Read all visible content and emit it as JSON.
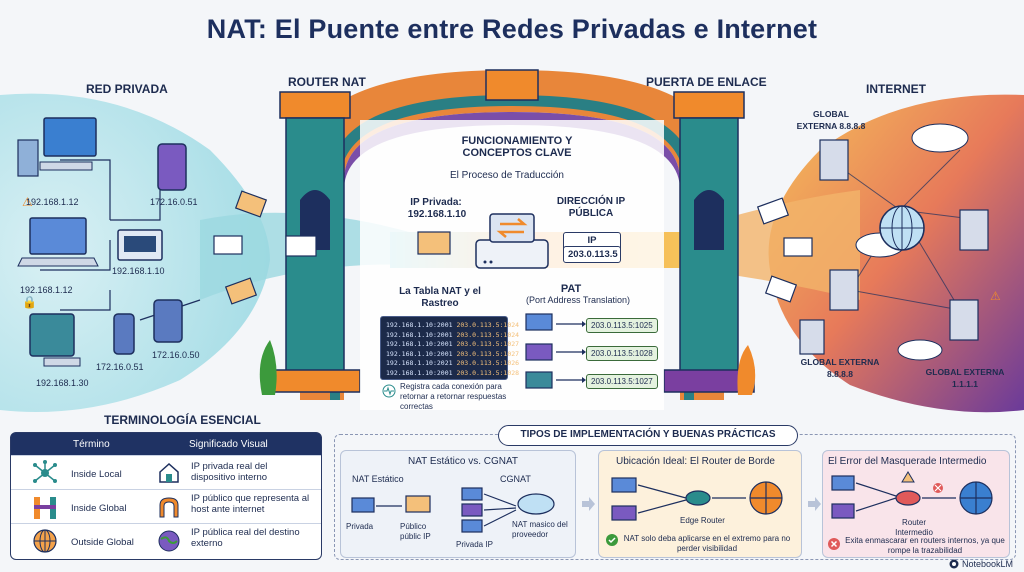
{
  "title": "NAT: El Puente entre Redes Privadas e Internet",
  "sections": {
    "private": "RED PRIVADA",
    "router": "ROUTER NAT",
    "gateway": "PUERTA DE ENLACE",
    "internet": "INTERNET"
  },
  "private_ips": [
    "192.168.1.12",
    "172.16.0.51",
    "192.168.1.10",
    "192.168.1.12",
    "172.16.0.51",
    "172.16.0.50",
    "192.168.1.30"
  ],
  "center": {
    "heading": "FUNCIONAMIENTO Y CONCEPTOS CLAVE",
    "process": "El Proceso de Traducción",
    "private_ip_label": "IP Privada:",
    "private_ip_value": "192.168.1.10",
    "public_dir": "DIRECCIÓN IP PÚBLICA",
    "public_ip_label": "IP Pública:",
    "public_ip_value": "203.0.113.5",
    "table_title": "La Tabla NAT y el Rastreo",
    "table_rows": [
      [
        "192.168.1.10:2001",
        "203.0.113.5:1024"
      ],
      [
        "192.168.1.10:2001",
        "203.0.113.5:1024"
      ],
      [
        "192.168.1.10:2001",
        "203.0.113.5:1027"
      ],
      [
        "192.168.1.10:2001",
        "203.0.113.5:1027"
      ],
      [
        "192.168.1.10:2021",
        "203.0.113.5:1026"
      ],
      [
        "192.168.1.10:2001",
        "203.0.113.5:1028"
      ]
    ],
    "table_note": "Registra cada conexión para retornar a retornar respuestas correctas",
    "pat_title": "PAT",
    "pat_sub": "(Port Address Translation)",
    "pat_ports": [
      "203.0.113.5:1025",
      "203.0.113.5:1028",
      "203.0.113.5:1027"
    ]
  },
  "internet_labels": {
    "top": "GLOBAL EXTERNA 8.8.8.8",
    "mid": "GLOBAL EXTERNA 8.8.8.8",
    "bottom": "GLOBAL EXTERNA 1.1.1.1"
  },
  "terminology": {
    "heading": "TERMINOLOGÍA ESENCIAL",
    "col_term": "Término",
    "col_visual": "Significado Visual",
    "rows": [
      {
        "term": "Inside Local",
        "meaning": "IP privada real del dispositivo interno"
      },
      {
        "term": "Inside Global",
        "meaning": "IP público que representa al host ante internet"
      },
      {
        "term": "Outside Global",
        "meaning": "IP pública real del destino externo"
      }
    ]
  },
  "practices": {
    "heading": "TIPOS DE IMPLEMENTACIÓN Y BUENAS PRÁCTICAS",
    "p1": {
      "title": "NAT Estático vs. CGNAT",
      "static": "NAT Estático",
      "cgnat": "CGNAT",
      "privada": "Privada",
      "publico": "Público públic IP",
      "privada_ip": "Privada IP",
      "masivo": "NAT masico del proveedor"
    },
    "p2": {
      "title": "Ubicación Ideal: El Router de Borde",
      "router": "Edge Router",
      "note": "NAT solo deba aplicarse en el extremo para no perder visibilidad"
    },
    "p3": {
      "title": "El Error del Masquerade Intermedio",
      "router": "Router Intermedio",
      "note": "Exita enmascarar en routers internos, ya que rompe la trazabilidad"
    }
  },
  "brand": "NotebookLM",
  "colors": {
    "navy": "#1d2f5e",
    "teal": "#2a8c8c",
    "orange": "#f08a2c",
    "purple": "#7a3fa0",
    "green": "#3c9a3c"
  }
}
